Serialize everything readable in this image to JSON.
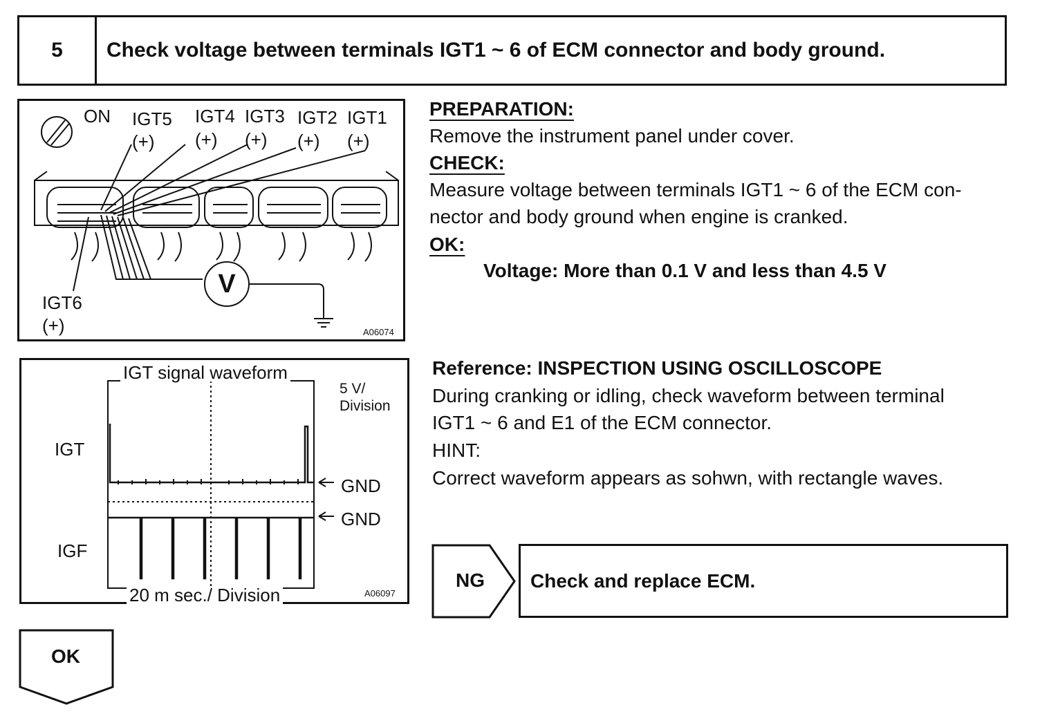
{
  "step": {
    "number": "5",
    "title": "Check voltage between terminals IGT1 ~ 6 of ECM connector and body ground."
  },
  "figure1": {
    "ignition": "ON",
    "terminals": [
      {
        "name": "IGT5",
        "sign": "(+)"
      },
      {
        "name": "IGT4",
        "sign": "(+)"
      },
      {
        "name": "IGT3",
        "sign": "(+)"
      },
      {
        "name": "IGT2",
        "sign": "(+)"
      },
      {
        "name": "IGT1",
        "sign": "(+)"
      }
    ],
    "igt6": {
      "name": "IGT6",
      "sign": "(+)"
    },
    "meter": "V",
    "code": "A06074"
  },
  "figure2": {
    "title": "IGT signal waveform",
    "scale_y_line1": "5 V/",
    "scale_y_line2": "Division",
    "label_igt": "IGT",
    "label_igf": "IGF",
    "gnd1": "GND",
    "gnd2": "GND",
    "scale_x": "20 m sec./ Division",
    "code": "A06097"
  },
  "preparation": {
    "heading": "PREPARATION:",
    "text": "Remove the instrument panel under cover."
  },
  "check": {
    "heading": "CHECK:",
    "line1": "Measure voltage between terminals IGT1 ~ 6 of the ECM con-",
    "line2": "nector and body ground when engine is cranked."
  },
  "ok_spec": {
    "heading": "OK:",
    "text": "Voltage: More than 0.1 V and less than 4.5 V"
  },
  "reference": {
    "heading": "Reference: INSPECTION USING OSCILLOSCOPE",
    "line1": "During cranking or idling, check waveform between terminal",
    "line2": "IGT1 ~ 6 and E1 of the ECM connector.",
    "hint_label": "HINT:",
    "hint_text": "Correct waveform appears as sohwn, with rectangle waves."
  },
  "results": {
    "ng_label": "NG",
    "ng_action": "Check and replace ECM.",
    "ok_label": "OK"
  }
}
